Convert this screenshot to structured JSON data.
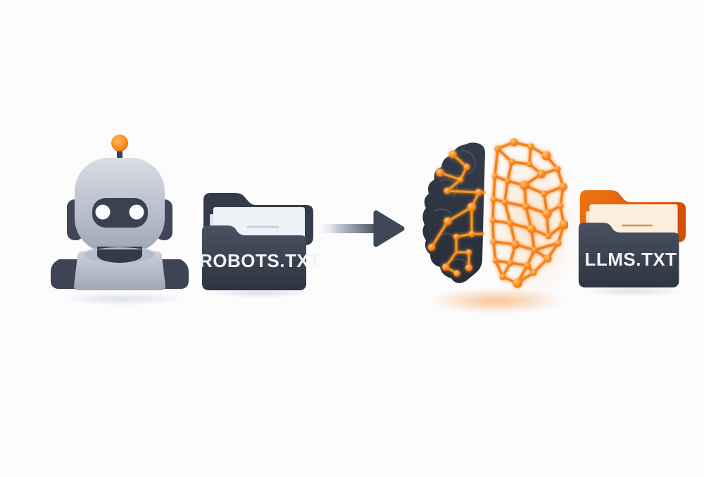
{
  "scene": {
    "title": "robots.txt to llms.txt transformation illustration",
    "background": "#fcfcfd"
  },
  "source_folder": {
    "label": "ROBOTS.TXT"
  },
  "target_folder": {
    "label": "LLMS.TXT"
  },
  "icons": {
    "robot": "robot-icon",
    "source_folder": "folder-icon",
    "arrow": "arrow-right-icon",
    "brain": "ai-brain-icon",
    "target_folder": "folder-icon"
  },
  "colors": {
    "background": "#fcfcfd",
    "slate_dark": "#3d4452",
    "slate_deep": "#2e3440",
    "robot_gray_light": "#d7dbe3",
    "robot_gray": "#aab1bf",
    "paper_white": "#eef1f5",
    "paper_cream": "#fbeedd",
    "orange": "#f5821f",
    "orange_deep": "#e4600d",
    "label_text": "#f2f4f7"
  }
}
